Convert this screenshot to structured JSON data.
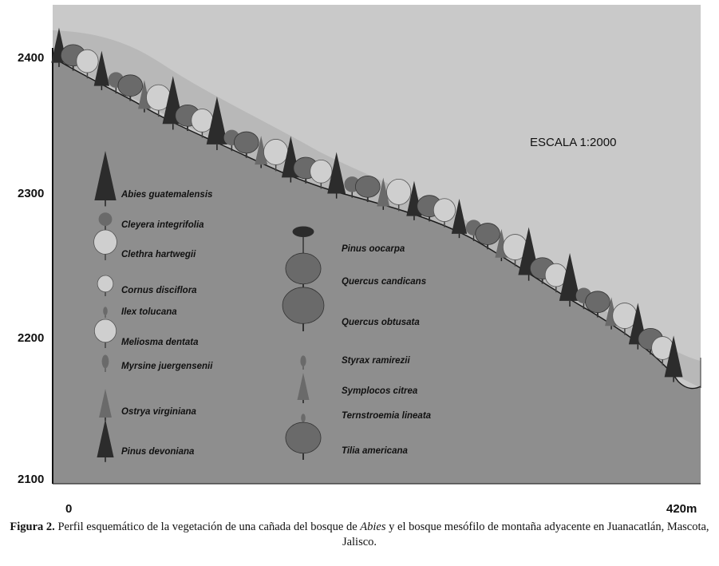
{
  "figure": {
    "y_ticks": [
      "2400",
      "2300",
      "2200",
      "2100"
    ],
    "x_start": "0",
    "x_end": "420m",
    "scale_label": "ESCALA 1:2000"
  },
  "legend_left": [
    {
      "name": "Abies guatemalensis",
      "icon": "fir-icon"
    },
    {
      "name": "Cleyera integrifolia",
      "icon": "round-tree-icon"
    },
    {
      "name": "Clethra hartwegii",
      "icon": "broadleaf-tree-icon"
    },
    {
      "name": "Cornus disciflora",
      "icon": "broadleaf-tree-icon"
    },
    {
      "name": "Ilex tolucana",
      "icon": "small-tree-icon"
    },
    {
      "name": "Meliosma dentata",
      "icon": "broadleaf-tree-icon"
    },
    {
      "name": "Myrsine juergensenii",
      "icon": "small-tree-icon"
    },
    {
      "name": "Ostrya virginiana",
      "icon": "conical-tree-icon"
    },
    {
      "name": "Pinus devoniana",
      "icon": "pine-icon"
    }
  ],
  "legend_right": [
    {
      "name": "Pinus oocarpa",
      "icon": "umbrella-pine-icon"
    },
    {
      "name": "Quercus candicans",
      "icon": "oak-icon"
    },
    {
      "name": "Quercus obtusata",
      "icon": "oak-icon"
    },
    {
      "name": "Styrax ramirezii",
      "icon": "small-tree-icon"
    },
    {
      "name": "Symplocos citrea",
      "icon": "conical-tree-icon"
    },
    {
      "name": "Ternstroemia lineata",
      "icon": "small-tree-icon"
    },
    {
      "name": "Tilia americana",
      "icon": "oak-icon"
    }
  ],
  "caption": {
    "label": "Figura 2.",
    "text_before": " Perfil esquemático de la vegetación de una cañada del bosque de ",
    "genus": "Abies",
    "text_after": " y el bosque mesófilo de montaña adyacente en Juanacatlán, Mascota, Jalisco."
  },
  "colors": {
    "sky": "#c9c9c9",
    "ground": "#8c8c8c",
    "canopy": "#b2b2b2",
    "dark_tree": "#2c2c2c",
    "mid_tree": "#6a6a6a",
    "light_tree": "#cfcfcf"
  }
}
